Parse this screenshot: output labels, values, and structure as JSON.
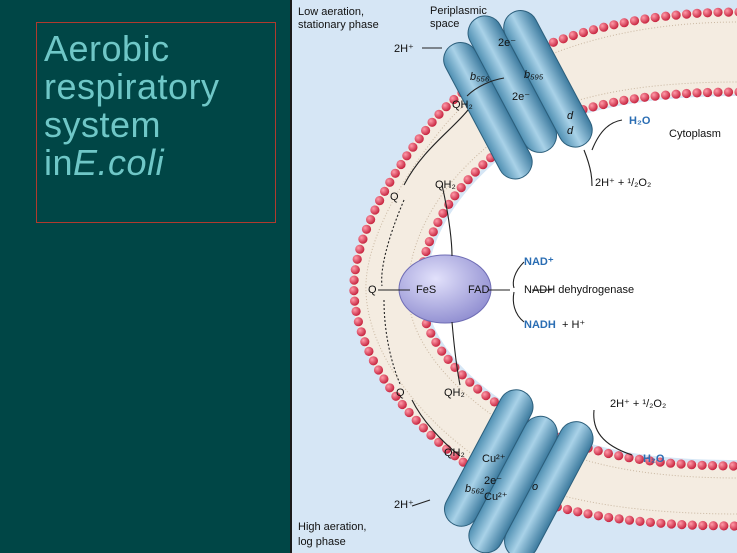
{
  "slide": {
    "title_lines": [
      "Aerobic",
      "respiratory",
      "system"
    ],
    "title_prefix": "in",
    "title_italic": "E.coli"
  },
  "figure": {
    "top_phase": "Low aeration, stationary phase",
    "top_phase_line1": "Low aeration,",
    "top_phase_line2": "stationary phase",
    "periplasm_line1": "Periplasmic",
    "periplasm_line2": "space",
    "cytoplasm": "Cytoplasm",
    "bottom_phase_line1": "High aeration,",
    "bottom_phase_line2": "log phase",
    "top_complex": {
      "electrons": "2e⁻",
      "electrons2": "2e⁻",
      "heme1": "b₅₅₆",
      "heme2": "b₅₉₅",
      "heme3": "d",
      "heme4": "d",
      "protons_out": "2H⁺",
      "product": "H₂O",
      "reactants": "2H⁺ + ¹/₂O₂"
    },
    "bottom_complex": {
      "copper1": "Cu²⁺",
      "copper2": "Cu²⁺",
      "electrons": "2e⁻",
      "heme1": "b₅₆₂",
      "heme2": "o",
      "protons_out": "2H⁺",
      "product": "H₂O",
      "reactants": "2H⁺ + ¹/₂O₂"
    },
    "quinones": {
      "qh2_top1": "QH₂",
      "qh2_top2": "QH₂",
      "q_top": "Q",
      "q_mid": "Q",
      "q_bottom": "Q",
      "qh2_bottom1": "QH₂",
      "qh2_bottom2": "QH₂"
    },
    "nadh_dh": {
      "name": "NADH dehydrogenase",
      "fes": "FeS",
      "fad": "FAD",
      "nad": "NAD⁺",
      "nadh": "NADH",
      "proton": "+ H⁺"
    },
    "colors": {
      "periplasm_bg": "#d6e6f5",
      "membrane_bead": "#d9334c",
      "complex_fill": "#7fb3cf",
      "nadh_dh_fill": "#a9a8dc",
      "highlight_text": "#2a6db3"
    }
  }
}
